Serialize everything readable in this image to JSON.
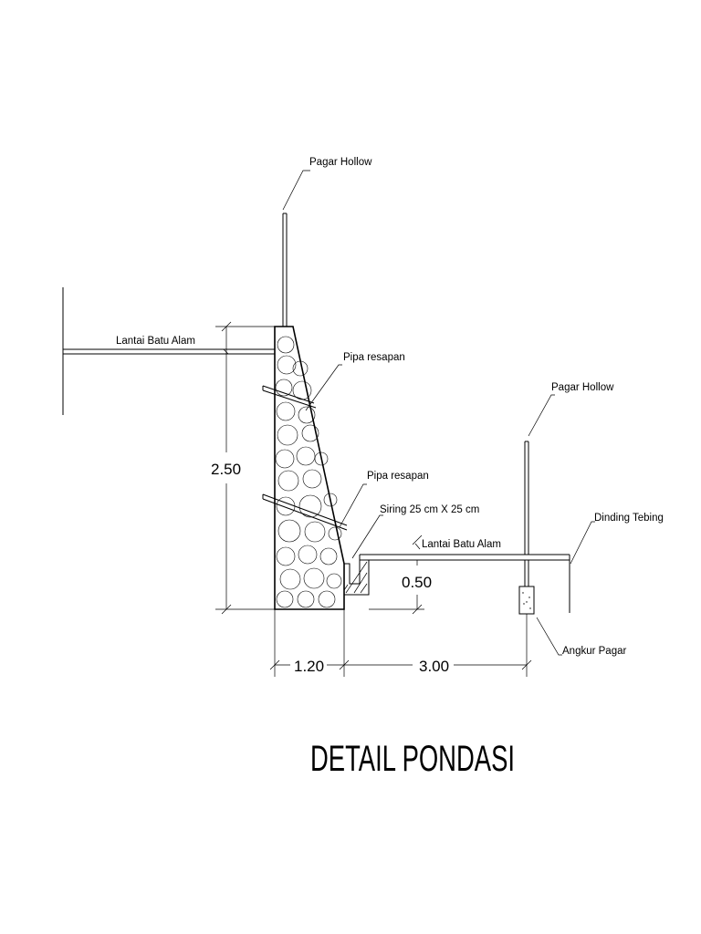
{
  "title": "DETAIL PONDASI",
  "labels": {
    "pagar_hollow_left": "Pagar Hollow",
    "pagar_hollow_right": "Pagar Hollow",
    "lantai_batu_alam_left": "Lantai Batu Alam",
    "lantai_batu_alam_right": "Lantai Batu Alam",
    "pipa_resapan_upper": "Pipa resapan",
    "pipa_resapan_lower": "Pipa resapan",
    "siring": "Siring 25 cm X 25 cm",
    "dinding_tebing": "Dinding Tebing",
    "angkur_pagar": "Angkur Pagar"
  },
  "dimensions": {
    "wall_height": "2.50",
    "step_height": "0.50",
    "base_width": "1.20",
    "yard_width": "3.00"
  }
}
